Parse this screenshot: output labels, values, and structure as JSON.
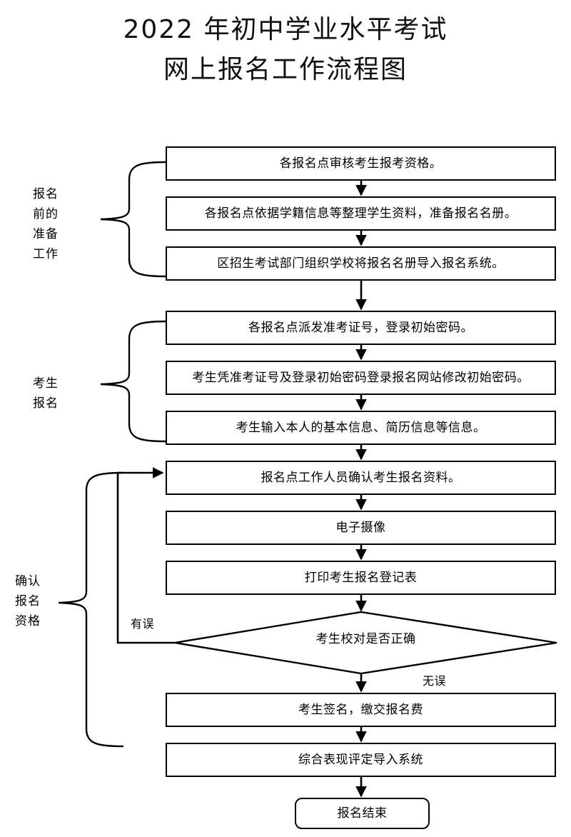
{
  "title": {
    "line1": "2022 年初中学业水平考试",
    "line2": "网上报名工作流程图"
  },
  "groups": [
    {
      "name": "pre-registration-preparation",
      "label": "报名\n前的\n准备\n工作"
    },
    {
      "name": "candidate-registration",
      "label": "考生\n报名"
    },
    {
      "name": "confirm-registration-qualification",
      "label": "确认\n报名\n资格"
    }
  ],
  "nodes": [
    {
      "id": "n1",
      "type": "process",
      "text": "各报名点审核考生报考资格。"
    },
    {
      "id": "n2",
      "type": "process",
      "text": "各报名点依据学籍信息等整理学生资料，准备报名名册。"
    },
    {
      "id": "n3",
      "type": "process",
      "text": "区招生考试部门组织学校将报名名册导入报名系统。"
    },
    {
      "id": "n4",
      "type": "process",
      "text": "各报名点派发准考证号，登录初始密码。"
    },
    {
      "id": "n5",
      "type": "process",
      "text": "考生凭准考证号及登录初始密码登录报名网站修改初始密码。"
    },
    {
      "id": "n6",
      "type": "process",
      "text": "考生输入本人的基本信息、简历信息等信息。"
    },
    {
      "id": "n7",
      "type": "process",
      "text": "报名点工作人员确认考生报名资料。"
    },
    {
      "id": "n8",
      "type": "process",
      "text": "电子摄像"
    },
    {
      "id": "n9",
      "type": "process",
      "text": "打印考生报名登记表"
    },
    {
      "id": "n10",
      "type": "decision",
      "text": "考生校对是否正确"
    },
    {
      "id": "n11",
      "type": "process",
      "text": "考生签名，缴交报名费"
    },
    {
      "id": "n12",
      "type": "process",
      "text": "综合表现评定导入系统"
    },
    {
      "id": "n13",
      "type": "terminator",
      "text": "报名结束"
    }
  ],
  "edge_labels": {
    "error": "有误",
    "no_error": "无误"
  },
  "colors": {
    "stroke": "#000000",
    "fill": "#ffffff",
    "text": "#000000"
  }
}
